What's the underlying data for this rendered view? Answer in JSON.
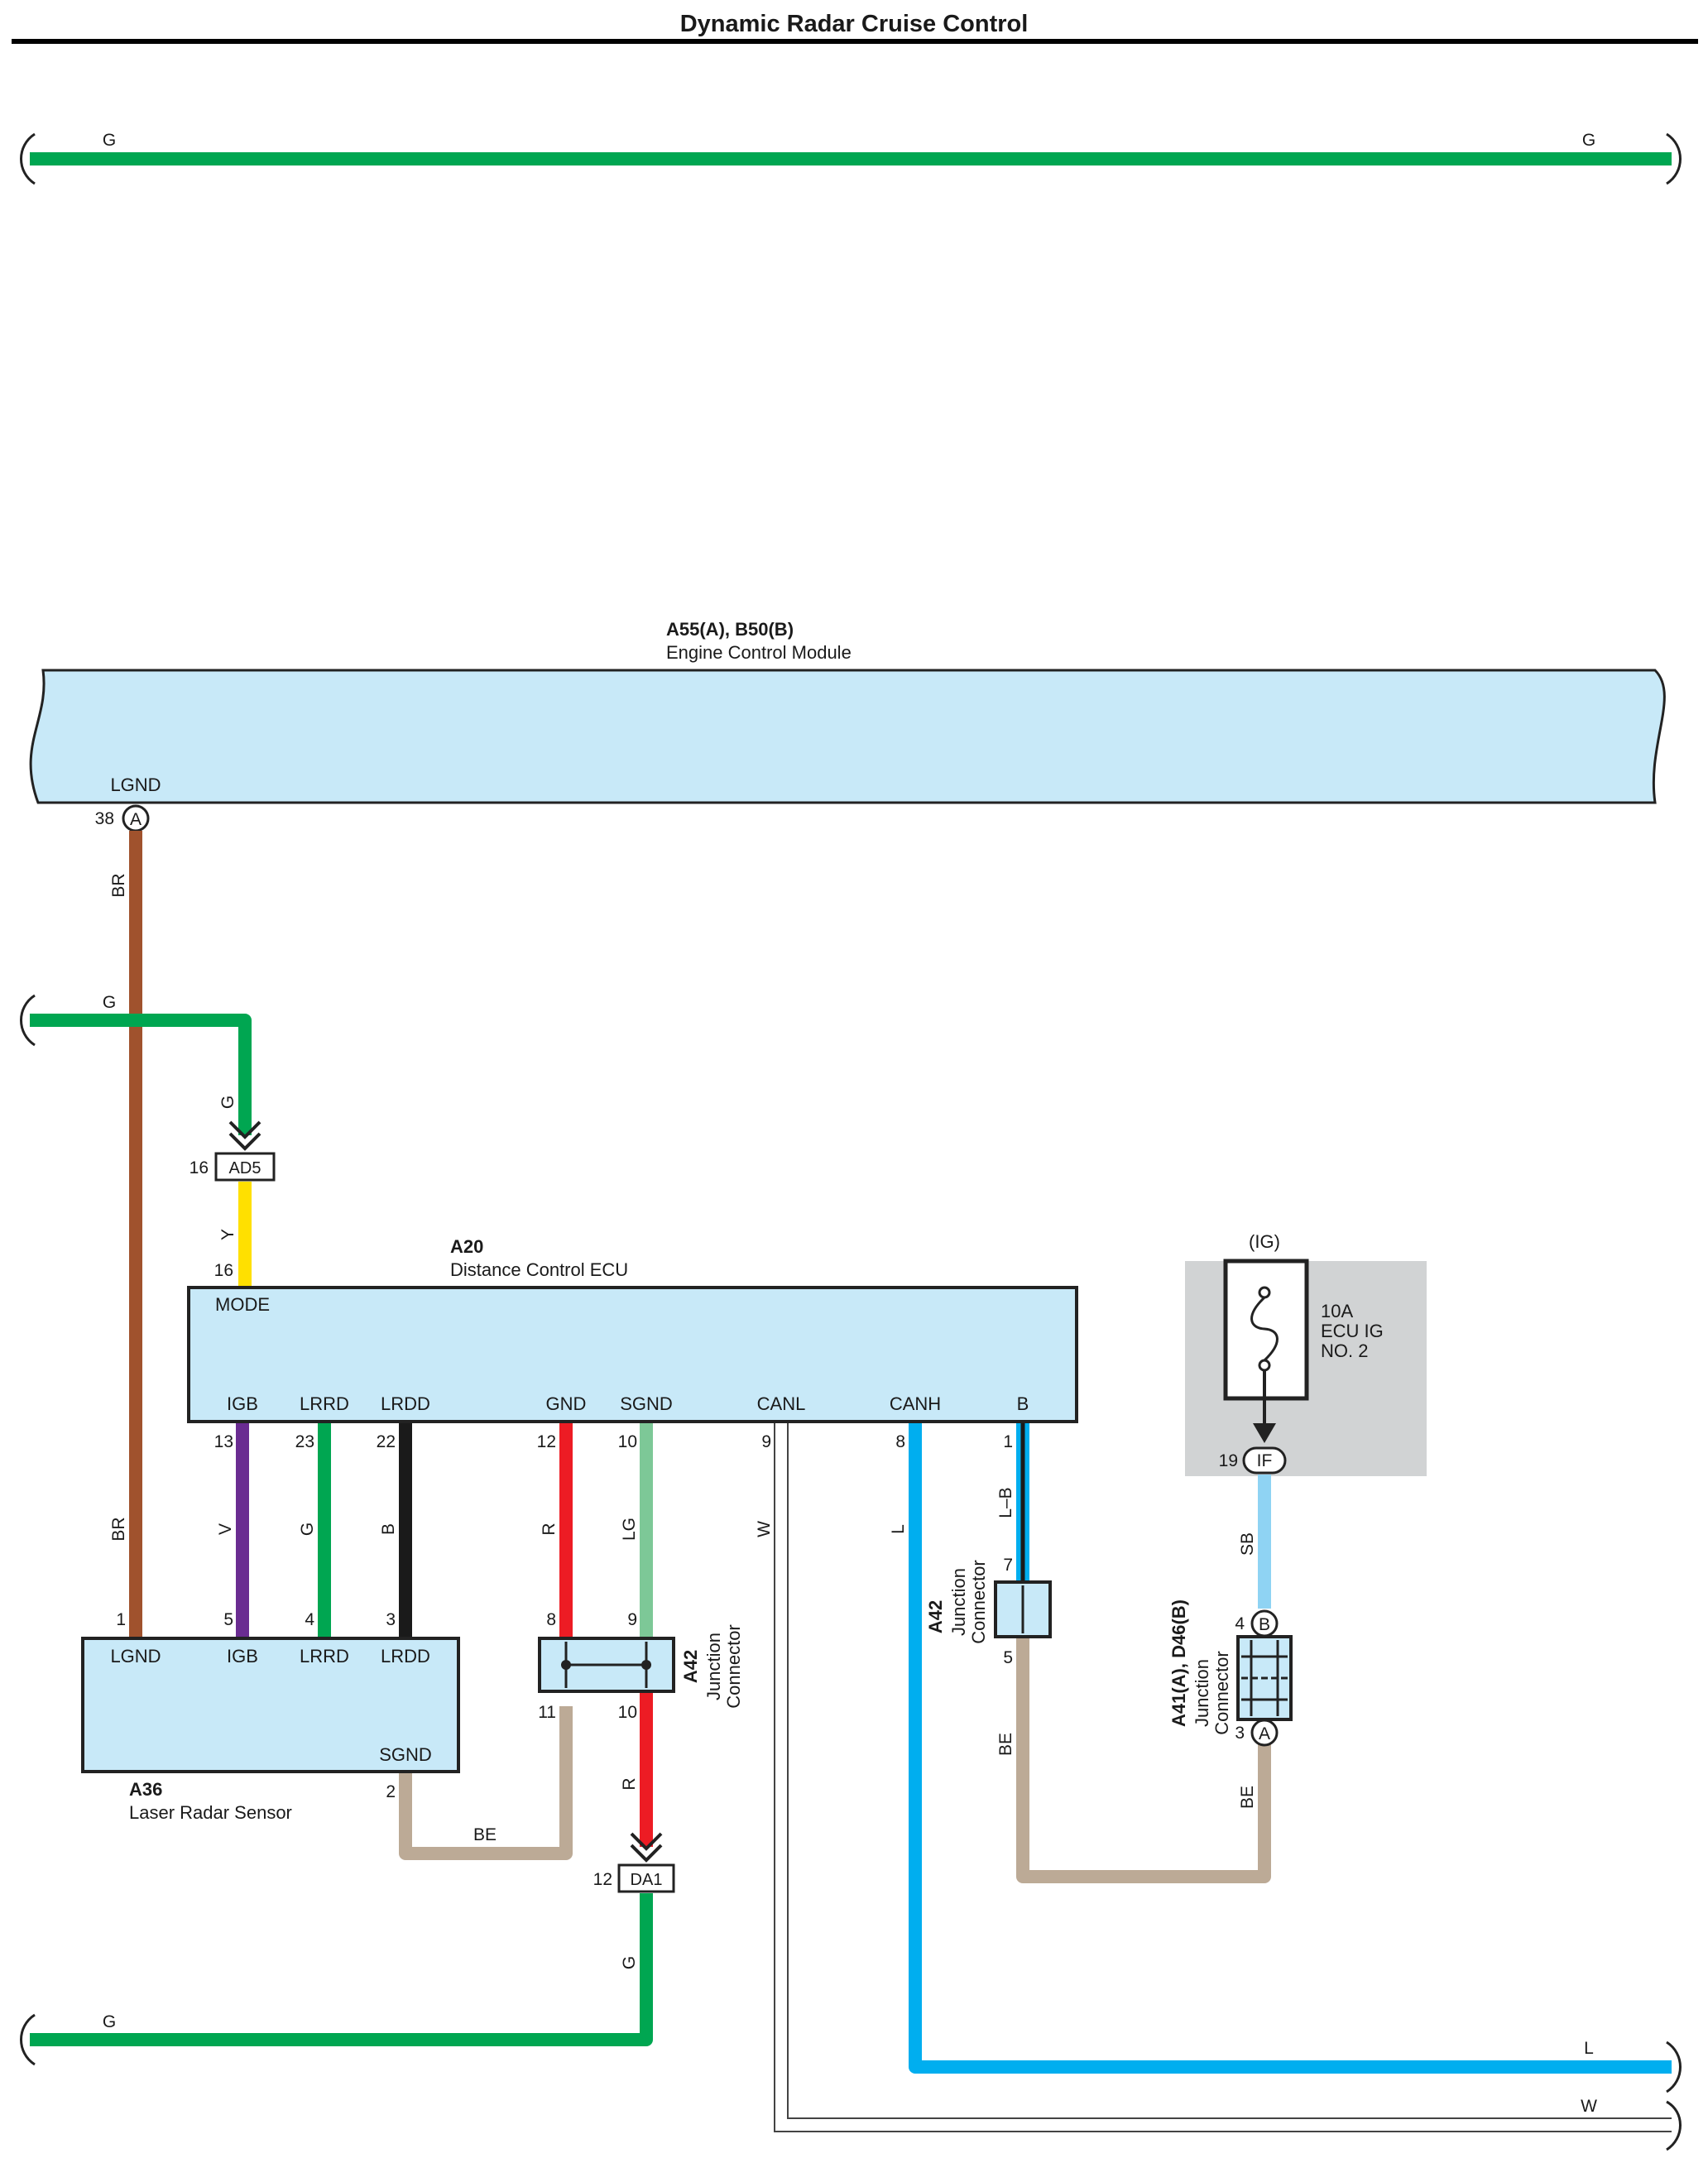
{
  "title": "Dynamic Radar Cruise Control",
  "colors": {
    "G": "#00a651",
    "BR": "#a0522d",
    "Y": "#ffe000",
    "V": "#6a2c91",
    "B": "#1a1a1a",
    "R": "#ed1c24",
    "LG": "#7dc897",
    "BE": "#bcaa96",
    "L": "#00aeef",
    "SB": "#8fd3f3",
    "W": "#ffffff",
    "component_fill": "#c8e9f8",
    "fuse_box_fill": "#d1d3d4"
  },
  "ecm": {
    "id": "A55(A), B50(B)",
    "name": "Engine Control Module",
    "terminal": "LGND",
    "pin": "38",
    "connector": "A"
  },
  "distance_ecu": {
    "id": "A20",
    "name": "Distance Control ECU",
    "terminals": [
      {
        "label": "MODE",
        "pin": "16"
      },
      {
        "label": "IGB",
        "pin": "13"
      },
      {
        "label": "LRRD",
        "pin": "23"
      },
      {
        "label": "LRDD",
        "pin": "22"
      },
      {
        "label": "GND",
        "pin": "12"
      },
      {
        "label": "SGND",
        "pin": "10"
      },
      {
        "label": "CANL",
        "pin": "9"
      },
      {
        "label": "CANH",
        "pin": "8"
      },
      {
        "label": "B",
        "pin": "1"
      }
    ]
  },
  "laser_sensor": {
    "id": "A36",
    "name": "Laser Radar Sensor",
    "terminals": [
      {
        "label": "LGND",
        "pin": "1"
      },
      {
        "label": "IGB",
        "pin": "5"
      },
      {
        "label": "LRRD",
        "pin": "4"
      },
      {
        "label": "LRDD",
        "pin": "3"
      },
      {
        "label": "SGND",
        "pin": "2"
      }
    ]
  },
  "junction_a42_left": {
    "id": "A42",
    "name_line1": "Junction",
    "name_line2": "Connector",
    "pins": [
      "8",
      "9",
      "11",
      "10"
    ]
  },
  "junction_a42_right": {
    "id": "A42",
    "name_line1": "Junction",
    "name_line2": "Connector",
    "pins": [
      "7",
      "5"
    ]
  },
  "junction_a41": {
    "id": "A41(A), D46(B)",
    "name_line1": "Junction",
    "name_line2": "Connector",
    "pin_top": "4",
    "connector_top": "B",
    "pin_bottom": "3",
    "connector_bottom": "A"
  },
  "fuse": {
    "power_source": "(IG)",
    "line1": "10A",
    "line2": "ECU IG",
    "line3": "NO. 2",
    "pin": "19",
    "connector": "IF"
  },
  "connectors": {
    "ad5": {
      "name": "AD5",
      "pin": "16"
    },
    "da1": {
      "name": "DA1",
      "pin": "12"
    }
  },
  "wire_labels": {
    "top_left": "G",
    "top_right": "G",
    "br_upper": "BR",
    "g_mid": "G",
    "g_drop": "G",
    "y": "Y",
    "br_lower": "BR",
    "v": "V",
    "g_lrrd": "G",
    "b_lrdd": "B",
    "r_gnd": "R",
    "lg_sgnd": "LG",
    "w_canl": "W",
    "l_canh": "L",
    "lb": "L–B",
    "sb": "SB",
    "be_sensor": "BE",
    "r_low": "R",
    "g_low_drop": "G",
    "g_bottom": "G",
    "be_a42": "BE",
    "be_a41": "BE",
    "l_right": "L",
    "w_right": "W"
  }
}
